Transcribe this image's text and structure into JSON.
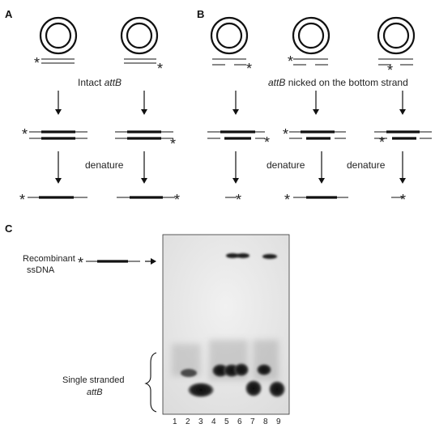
{
  "panels": {
    "a": "A",
    "b": "B",
    "c": "C"
  },
  "labels": {
    "intact_prefix": "Intact ",
    "intact_italic": "attB",
    "nicked_italic": "attB",
    "nicked_suffix": " nicked on the bottom strand",
    "denature_1": "denature",
    "denature_2": "denature",
    "denature_3": "denature",
    "recombinant_line1": "Recombinant",
    "recombinant_line2": "ssDNA",
    "ss_line1": "Single stranded",
    "ss_line2": "attB",
    "star": "*"
  },
  "lanes": [
    "1",
    "2",
    "3",
    "4",
    "5",
    "6",
    "7",
    "8",
    "9"
  ],
  "colors": {
    "ink": "#111111",
    "gel_bg": "#e9e9e9",
    "band": "#1a1a1a"
  }
}
